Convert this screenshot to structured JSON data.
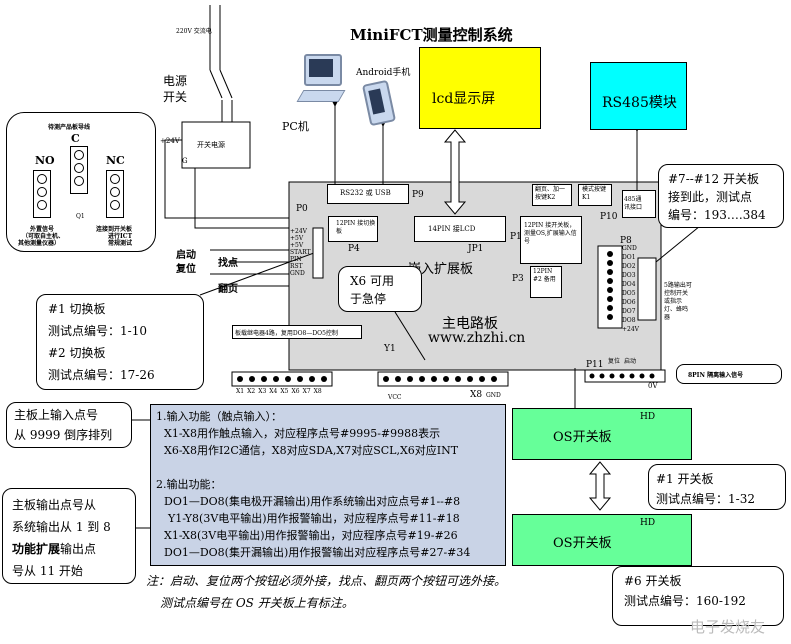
{
  "title": "MiniFCT测量控制系统",
  "power": {
    "voltage_label": "220V 交流电",
    "switch_label_1": "电源",
    "switch_label_2": "开关",
    "supply_label": "开关电源",
    "plus24": "+24V",
    "gnd": "G"
  },
  "pc": {
    "label": "PC机"
  },
  "android": {
    "label": "Android手机"
  },
  "lcd": {
    "label": "lcd显示屏",
    "color": "#FFFF00"
  },
  "rs485": {
    "label": "RS485模块",
    "color": "#00FFFF"
  },
  "product_board": {
    "title": "待测产品板导线",
    "c": "C",
    "no": "NO",
    "nc": "NC",
    "q1": "Q1",
    "left_note_1": "外置信号",
    "left_note_2": "（可取自主机、",
    "left_note_3": "其他测量仪器）",
    "right_note_1": "连接到开关板",
    "right_note_2": "进行ICT",
    "right_note_3": "常规测试"
  },
  "main_board": {
    "label_expand": "嵌入扩展板",
    "label_main": "主电路板",
    "url": "www.zhzhi.cn",
    "p0": "P0",
    "p1": "P1",
    "p3": "P3",
    "p4": "P4",
    "p8": "P8",
    "p9": "P9",
    "p10": "P10",
    "p11": "P11",
    "jp1": "JP1",
    "rs232": "RS232 或 USB",
    "lcd_conn": "14PIN 接LCD",
    "pin12_switch": "12PIN 接切换板",
    "pin12_os": "12PIN 接开关板，测量OS,扩展输入信号",
    "pin12_2": "12PIN #2 备用",
    "flip_btn": "翻页、加一按键K2",
    "mode_btn": "模式按键K1",
    "rs485_comm": "485通讯接口",
    "relay_note": "板载继电器4路，复用DO8—DO5控制",
    "pins_left": [
      "+24V",
      "+5V",
      "+5V",
      "START",
      "PIN",
      "RST",
      "GND"
    ],
    "pins_right": [
      "GND",
      "DO1",
      "DO2",
      "DO3",
      "DO4",
      "DO5",
      "DO6",
      "DO7",
      "DO8",
      "+24V"
    ],
    "side_note": "5路输出可控制开关或指示灯、蜂鸣器",
    "x_left": [
      "X1",
      "X2",
      "X3",
      "X4",
      "X5",
      "X6",
      "X7",
      "X8"
    ],
    "gnd_text": "GND",
    "zero_v": "0V",
    "y1": "Y1",
    "x8": "X8",
    "vcc": "VCC",
    "pin8_label": "8PIN 隔离输入信号",
    "p11_labels": [
      "复位",
      "启动",
      "0V"
    ]
  },
  "buttons": {
    "start_1": "启动",
    "start_2": "复位",
    "find": "找点",
    "flip": "翻页"
  },
  "callouts": {
    "x6": [
      "X6 可用",
      "于急停"
    ],
    "board12": [
      "#7--#12 开关板",
      "接到此，测试点",
      "编号：193….384"
    ],
    "switch_boards": [
      "#1 切换板",
      "测试点编号：1-10",
      "#2 切换板",
      "测试点编号：17-26"
    ],
    "input_points": [
      "主板上输入点号",
      "从 9999 倒序排列"
    ],
    "output_points_1": "主板输出点号从",
    "output_points_2": "系统输出从 1 到 8",
    "output_points_3a": "功能扩展",
    "output_points_3b": "输出点",
    "output_points_4": "号从 11 开始",
    "os1": [
      "#1 开关板",
      "测试点编号：1-32"
    ],
    "os6": [
      "#6 开关板",
      "测试点编号：160-192"
    ]
  },
  "os_boards": [
    {
      "label": "OS开关板",
      "hd": "HD"
    },
    {
      "label": "OS开关板",
      "hd": "HD"
    }
  ],
  "info_box": {
    "color": "#C9D3E6",
    "lines": [
      "1.输入功能（触点输入）：",
      "X1-X8用作触点输入，对应程序点号#9995-#9988表示",
      "X6-X8用作I2C通信，X8对应SDA,X7对应SCL,X6对应INT",
      "",
      "2.输出功能：",
      "DO1—DO8(集电极开漏输出)用作系统输出对应点号#1--#8",
      "Y1-Y8(3V电平输出)用作报警输出，对应程序点号#11-#18",
      "X1-X8(3V电平输出)用作报警输出，对应程序点号#19-#26",
      "DO1—DO8(集开漏输出)用作报警输出对应程序点号#27-#34"
    ]
  },
  "note": [
    "注：启动、复位两个按钮必须外接，找点、翻页两个按钮可选外接。",
    "测试点编号在 OS 开关板上有标注。"
  ],
  "watermark": "电子发烧友"
}
